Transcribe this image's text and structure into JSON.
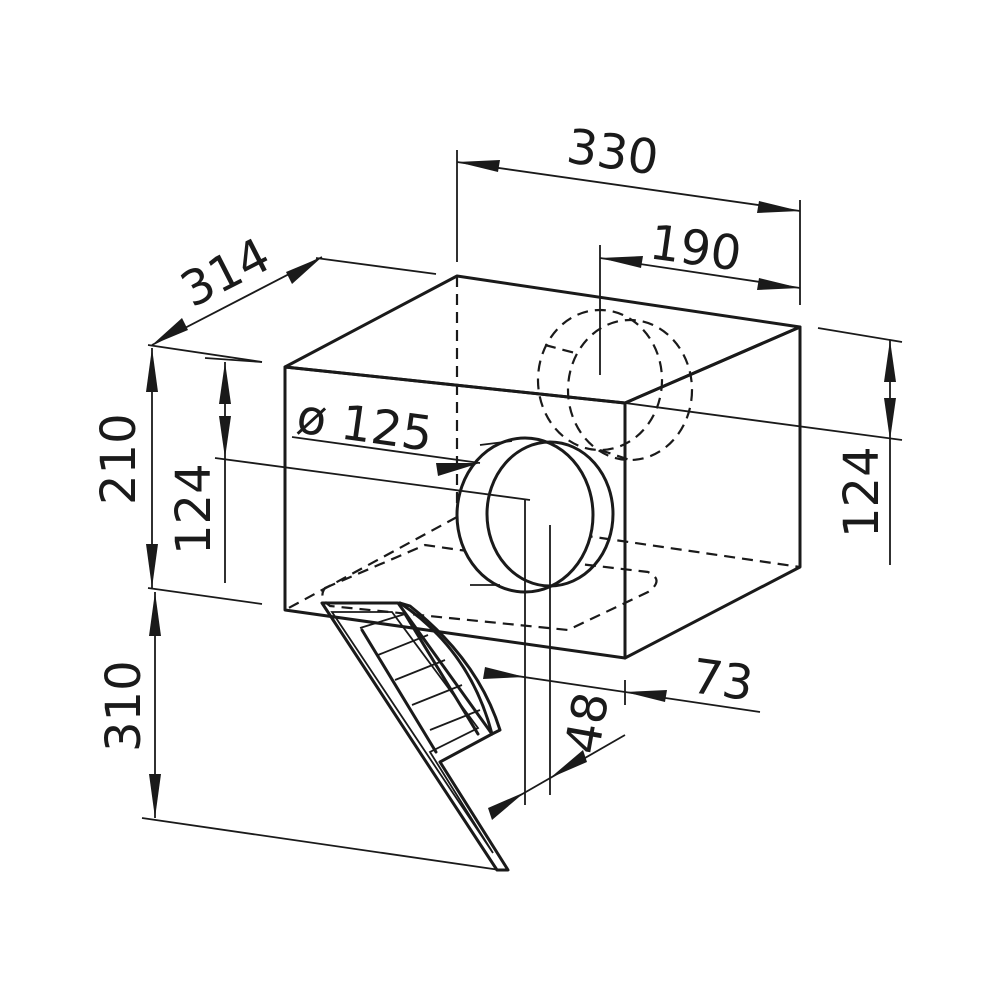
{
  "dimensions": {
    "width_top": "330",
    "outlet_offset": "190",
    "depth": "314",
    "height_total": "210",
    "inlet_height_left": "124",
    "outlet_height_right": "124",
    "diameter": "ø 125",
    "filter_height": "310",
    "spigot_offset_front": "73",
    "spigot_offset_inner": "48"
  }
}
